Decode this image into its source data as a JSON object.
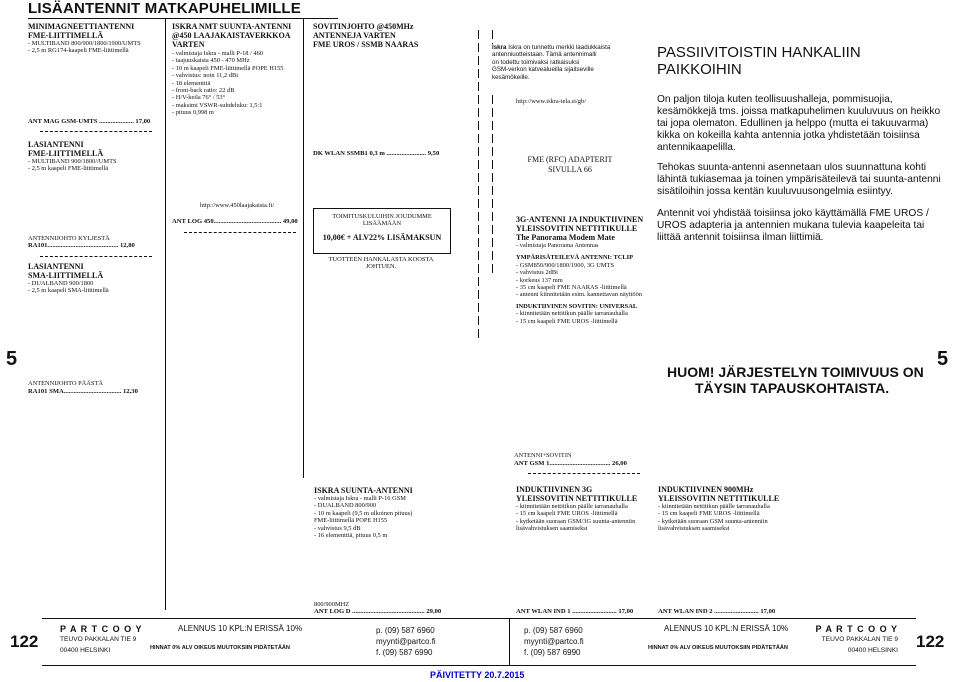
{
  "header": {
    "title": "LISÄANTENNIT MATKAPUHELIMILLE"
  },
  "col1": {
    "heading1": [
      "MINIMAGNEETTIANTENNI",
      "FME-LIITTIMELLÄ"
    ],
    "desc1": [
      "- MULTIBAND 800/900/1800/1900/UMTS",
      "- 2,5 m RG174-kaapeli FME-liittimellä"
    ],
    "price1": "ANT MAG GSM-UMTS ..................... 17,00",
    "heading2": [
      "LASIANTENNI",
      "FME-LIITTIMELLÄ"
    ],
    "desc2": [
      "- MULTIBAND 900/1800//UMTS",
      "- 2,5 m kaapeli FME-liittimellä"
    ],
    "sub3": "ANTENNIJOHTO KYLJESTÄ",
    "price3": "RA101........................................... 12,80",
    "heading4": [
      "LASIANTENNI",
      "SMA-LIITTIMELLÄ"
    ],
    "desc4": [
      "- DUALBAND 900/1800",
      "- 2,5 m kaapeli SMA-liittimellä"
    ],
    "sub5": "ANTENNIJOHTO PÄÄSTÄ",
    "price5": "RA101 SMA................................... 12,30"
  },
  "col2": {
    "heading": [
      "ISKRA NMT SUUNTA-ANTENNI",
      "@450 LAAJAKAISTAVERKKOA",
      "VARTEN"
    ],
    "desc": [
      "- valmistaja Iskra - malli P-18 / 460",
      "- taajuuskaista 450 - 470 MHz",
      "- 10 m kaapeli FME-liittimellä POPE H155",
      "- vahvistus: noin 11,2 dBi",
      "- 18 elementtiä",
      "- front-back ratio: 22 dB",
      "- H/V-keila 76° / 53°",
      "- maksimi VSWR-suhdeluku: 1,5:1",
      "- pituus 0,998 m"
    ],
    "url": "http://www.450laajakaista.fi/",
    "price": "ANT LOG 450......................................... 49,00"
  },
  "col3": {
    "heading": [
      "SOVITINJOHTO @450MHz",
      "ANTENNEJA VARTEN",
      "FME UROS / SSMB NAARAS"
    ],
    "price": "DK WLAN SSMB1  0,3 m ........................ 9,50",
    "box_lines": [
      "TOIMITUSKULUIHIN JOUDUMME",
      "LISÄÄMÄÄN"
    ],
    "box_price": "10,00€ + ALV22% LISÄMAKSUN",
    "note": [
      "TUOTTEEN HANKALASTA KOOSTA",
      "JOHTUEN."
    ]
  },
  "col4": {
    "iskra_box": [
      "Iskra on tunnettu merkki laadukkaista",
      "antenniuotteistaan. Tämä antennimalli",
      "on todettu toimivaksi ratkaisuksi",
      "GSM-verkon katvealueilla sijaitseville",
      "kesämökeille."
    ],
    "url": "http://www.iskra-tela.si/gb/",
    "adapter_box": [
      "FME (RFC) ADAPTERIT",
      "SIVULLA 66"
    ],
    "heading": [
      "3G-ANTENNI JA INDUKTIIVINEN",
      "YLEISSOVITIN NETTITIKULLE",
      "The Panorama Modem Mate"
    ],
    "maker": "- valmistaja Panorama Antennas",
    "antenna_title": "YMPÄRISÄTEILEVÄ ANTENNI: TCLIP",
    "antenna_desc": [
      "- GSM850/900/1800/1900, 3G UMTS",
      "- vahvistus 2dBi",
      "- korkeus 137 mm",
      "- 35 cm kaapeli FME NAARAS -liittimellä",
      "- antenni kiinnitetään esim. kannettavan näyttöön"
    ],
    "adapter_title": "INDUKTIIVINEN SOVITIN: UNIVERSAL",
    "adapter_desc": [
      "- kiinnitetään nettitikun päälle tarranauhalla",
      "- 15 cm kaapeli FME UROS -liittimellä"
    ]
  },
  "col5": {
    "title": [
      "PASSIIVITOISTIN HANKALIIN",
      "PAIKKOIHIN"
    ],
    "para1": [
      "On paljon tiloja kuten teollisuushalleja, pommisuojia,",
      "kesämökkejä tms. joissa matkapuhelimen kuuluvuus on heikko",
      "tai jopa olematon. Edullinen ja helppo (mutta ei takuuvarma)",
      "kikka on kokeilla kahta antennia jotka yhdistetään toisiinsa",
      "antennikaapelilla."
    ],
    "para2": [
      "Tehokas suunta-antenni asennetaan ulos suunnattuna kohti",
      "lähintä tukiasemaa ja toinen ympärisäteilevä tai suunta-antenni",
      "sisätiloihin jossa kentän kuuluvuusongelmia esiintyy."
    ],
    "para3": [
      "Antennit voi yhdistää toisiinsa joko käyttämällä FME UROS /",
      "UROS adapteria ja antennien mukana tulevia kaapeleita tai",
      "liittää antennit toisiinsa ilman liittimiä."
    ],
    "huom": [
      "HUOM! JÄRJESTELYN TOIMIVUUS ON",
      "TÄYSIN TAPAUSKOHTAISTA."
    ]
  },
  "side_number": "5",
  "lower": {
    "iskra_heading": "ISKRA  SUUNTA-ANTENNI",
    "iskra_desc": [
      "- valmistaja Iskra - malli P-16 GSM",
      "- DUALBAND 800/900",
      "- 10 m kaapeli (9,5 m ulkoinen pituus)",
      "  FME-liittimellä POPE H155",
      "- vahvistus 9,5 dB",
      "- 16 elementtiä, pituus 0,5 m"
    ],
    "iskra_price_label": "800/900MHZ",
    "iskra_price": "ANT LOG D ............................................ 29,00",
    "gsm_label": "ANTENNI+SOVITIN",
    "gsm_price": "ANT GSM 1..................................... 26,00",
    "ind3g_heading": [
      "INDUKTIIVINEN 3G",
      "YLEISSOVITIN NETTITIKULLE"
    ],
    "ind3g_desc": [
      "- kiinnitetään nettitikun päälle tarranauhalla",
      "- 15 cm kaapeli FME UROS -liittimellä",
      "- kytketään suoraan GSM/3G suunta-antenniin",
      "  lisävahvistuksen saamiseksi"
    ],
    "ind3g_price": "ANT WLAN IND 1 ........................... 17,00",
    "ind900_heading": [
      "INDUKTIIVINEN 900MHz",
      "YLEISSOVITIN NETTITIKULLE"
    ],
    "ind900_desc": [
      "- kiinnitetään nettitikun päälle tarranauhalla",
      "- 15 cm kaapeli FME UROS -liittimellä",
      "- kytketään suoraan GSM suunta-antenniin",
      "  lisävahvistuksen saamiseksi"
    ],
    "ind900_price": "ANT WLAN IND 2 ........................... 17,00"
  },
  "footer": {
    "page_left": "122",
    "page_right": "122",
    "company": "P A R T C O  O Y",
    "street": "TEUVO PAKKALAN TIE 9",
    "city": "00400  HELSINKI",
    "notice": "ALENNUS 10 KPL:N ERISSÄ 10%",
    "terms": "HINNAT  0%  ALV   OIKEUS MUUTOKSIIN PIDÄTETÄÄN",
    "phone": "p.  (09)  587 6960",
    "email": "myynti@partco.fi",
    "fax": "f.  (09)  587 6990",
    "updated": "PÄIVITETTY 20.7.2015"
  },
  "colors": {
    "accent": "#0000cc",
    "text": "#111111"
  }
}
